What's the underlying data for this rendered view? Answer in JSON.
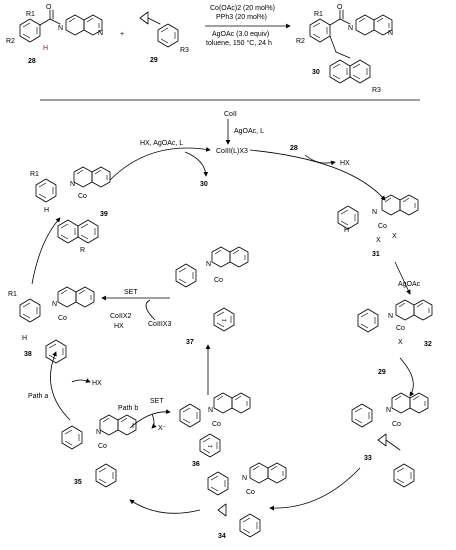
{
  "top": {
    "conditions": [
      "Co(OAc)2 (20 mol%)",
      "PPh3 (20 mol%)",
      "AgOAc (3.0 equiv)",
      "toluene, 150 °C, 24 h"
    ],
    "compounds": [
      {
        "id": "28",
        "label": "28"
      },
      {
        "id": "29",
        "label": "29"
      },
      {
        "id": "30",
        "label": "30"
      }
    ],
    "plus": "+",
    "subs": {
      "r1": "R1",
      "r2": "R2",
      "r3": "R3",
      "h": "H"
    }
  },
  "cycle": {
    "start": "CoII",
    "start_reagents": "AgOAc, L",
    "catalyst": "CoIII(L)X3",
    "regen_reagents": "HX, AgOAc, L",
    "product_out": "30",
    "in_28": "28",
    "out_hx": "HX",
    "agoac": "AgOAc",
    "in_29": "29",
    "set1": "SET",
    "set2": "SET",
    "x_minus": "X⁻",
    "co_reagent": "CoIIIX3",
    "co_products": [
      "CoIIX2",
      "HX"
    ],
    "hx_left": "HX",
    "path_a": "Path a",
    "path_b": "Path b",
    "intermediates": [
      "31",
      "32",
      "33",
      "34",
      "35",
      "36",
      "37",
      "38",
      "39"
    ]
  }
}
